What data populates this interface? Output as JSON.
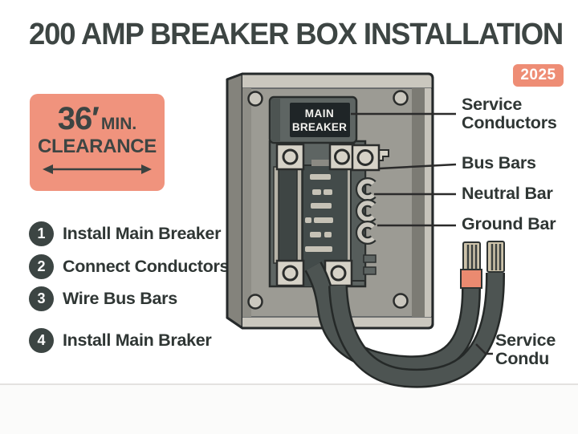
{
  "title": "200 AMP BREAKER BOX INSTALLATION",
  "year_badge": "2025",
  "clearance_card": {
    "value": "36′",
    "min_label": "MIN.",
    "line2": "CLEARANCE"
  },
  "steps": [
    {
      "num": "1",
      "label": "Install Main Breaker"
    },
    {
      "num": "2",
      "label": "Connect Conductors"
    },
    {
      "num": "3",
      "label": "Wire Bus Bars"
    },
    {
      "num": "4",
      "label": "Install Main Braker"
    }
  ],
  "diagram": {
    "breaker_label_line1": "MAIN",
    "breaker_label_line2": "BREAKER",
    "callouts": {
      "service_conductors": "Service\nConductors",
      "bus_bars": "Bus Bars",
      "neutral_bar": "Neutral Bar",
      "ground_bar": "Ground Bar",
      "service_conduit": "Service\nCondu"
    }
  },
  "colors": {
    "ink": "#3D4543",
    "accent_salmon": "#F0937D",
    "panel_face": "#9C9B94",
    "panel_edge_light": "#CAC7BE",
    "panel_side": "#84837C",
    "recess_dark": "#434B4A",
    "block_light": "#D6D2C7",
    "cable_jacket": "#4D5452",
    "wire_copper": "#CDC3AA",
    "outline": "#25292A"
  }
}
